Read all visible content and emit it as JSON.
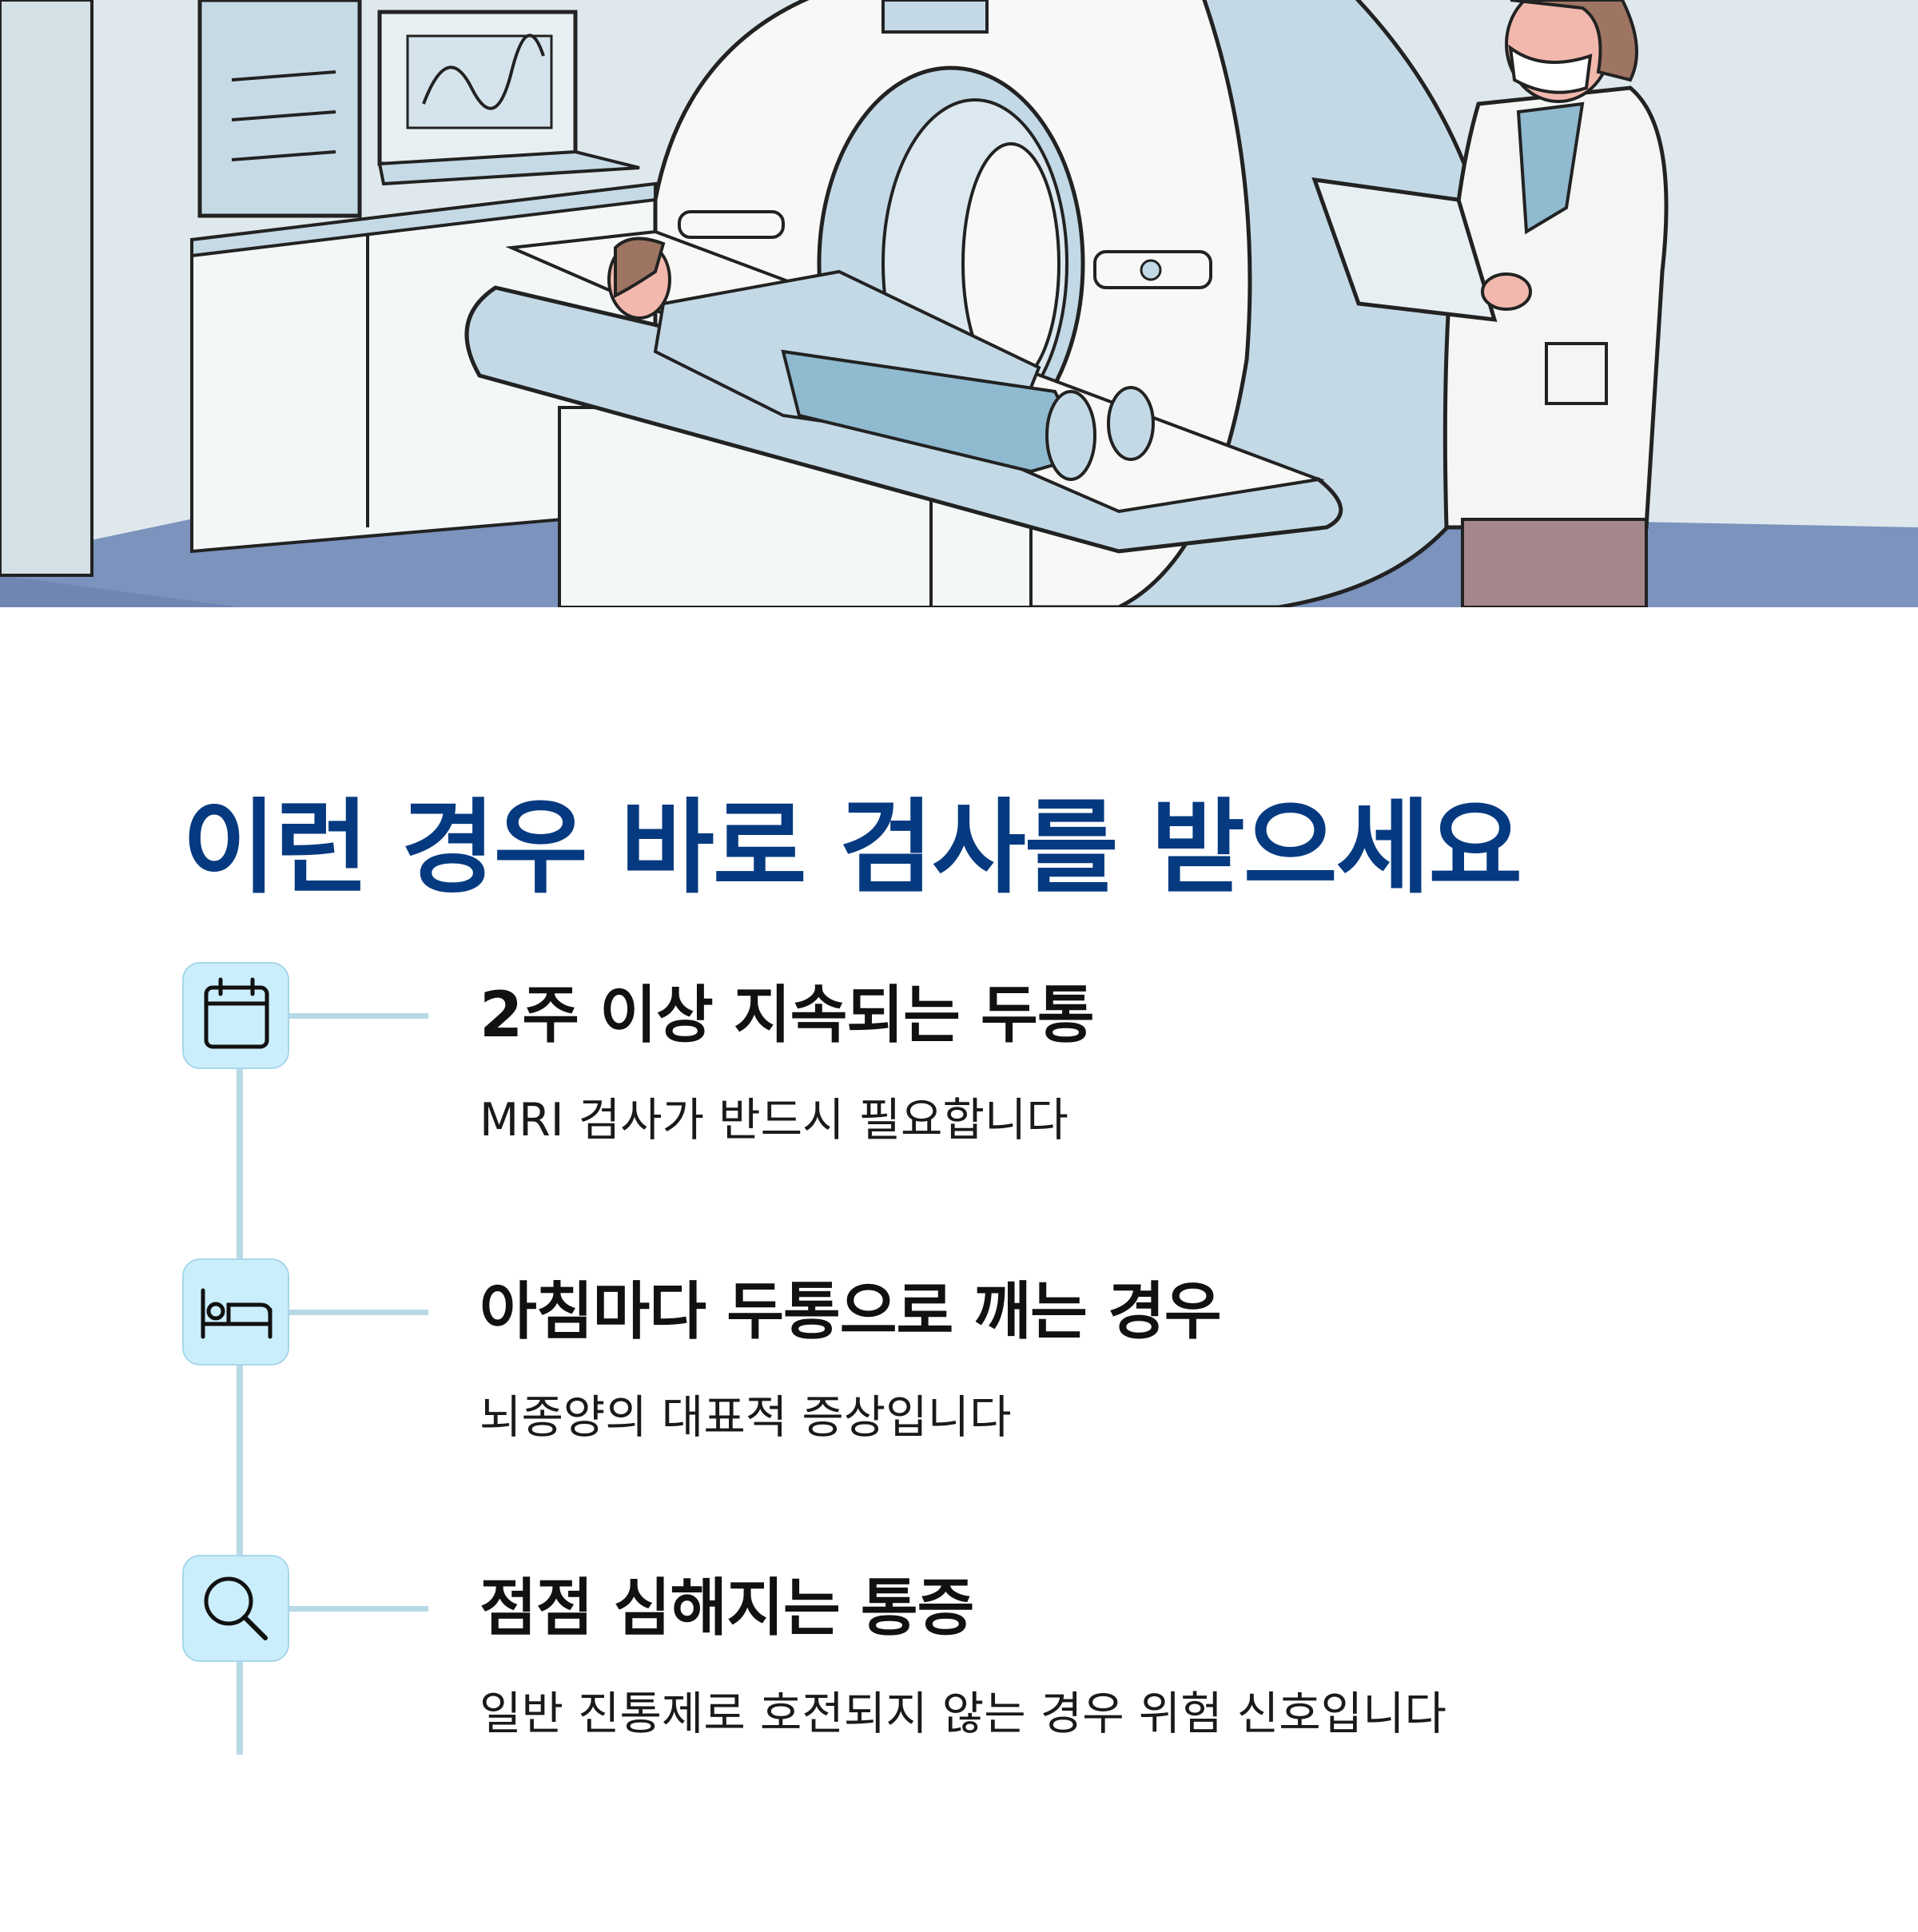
{
  "heading": "이런 경우 바로 검사를 받으세요",
  "items": [
    {
      "icon": "calendar-icon",
      "title": "2주 이상 지속되는 두통",
      "description": "MRI 검사가 반드시 필요합니다"
    },
    {
      "icon": "bed-icon",
      "title": "아침마다 두통으로 깨는 경우",
      "description": "뇌종양의 대표적 증상입니다"
    },
    {
      "icon": "search-icon",
      "title": "점점 심해지는 통증",
      "description": "일반 진통제로 호전되지 않는 경우 위험 신호입니다"
    }
  ],
  "colors": {
    "heading": "#063a80",
    "icon_bg": "#cbeefc",
    "line": "#b8d9e6",
    "floor": "#7b93bd",
    "machine": "#c3d9e6"
  }
}
